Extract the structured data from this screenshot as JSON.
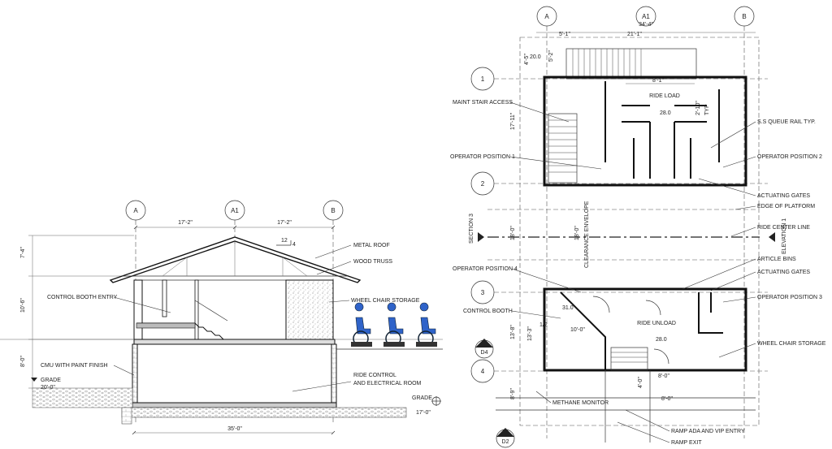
{
  "section": {
    "grid_labels": [
      "A",
      "A1",
      "B"
    ],
    "dims": {
      "left_half": "17'-2\"",
      "right_half": "17'-2\"",
      "overall": "35'-0\"",
      "roof_h": "7'-4\"",
      "wall_h": "10'-6\"",
      "base_h": "8'-0\""
    },
    "roof_pitch": {
      "rise": "12",
      "run": "4"
    },
    "labels": {
      "metal_roof": "METAL ROOF",
      "wood_truss": "WOOD TRUSS",
      "booth_entry": "CONTROL BOOTH ENTRY",
      "wheelchair": "WHEEL CHAIR STORAGE",
      "cmu": "CMU WITH PAINT FINISH",
      "grade_l1": "GRADE",
      "grade_l2": "20'-0\"",
      "ride_ctrl_1": "RIDE CONTROL",
      "ride_ctrl_2": "AND ELECTRICAL ROOM",
      "grade_r1": "GRADE",
      "grade_r2": "17'-0\""
    }
  },
  "plan": {
    "grid_labels": [
      "A",
      "A1",
      "B"
    ],
    "overall_dim": "34'-4\"",
    "row_labels": [
      "1",
      "2",
      "3",
      "4"
    ],
    "dims": {
      "d1": "5'-1\"",
      "d2": "21'-1\"",
      "d3": "4'-5\"",
      "d4": "5'-2\"",
      "d5": "8'-1\"",
      "d6": "2'-10\"",
      "d6b": "TYP",
      "d7": "17'-11\"",
      "d8": "18'-0\"",
      "d8b": "18'-0\"",
      "d9": "10'-0\"",
      "d10": "13'-8\"",
      "d11": "13'-3\"",
      "d11b": "1/2",
      "d12": "8'-0\"",
      "d13": "4'-0\"",
      "d14": "8'-0\"",
      "d15": "8'-9\""
    },
    "elevs": {
      "e1": "20.0",
      "e2": "28.0",
      "e3": "31.0",
      "e4": "28.0"
    },
    "labels": {
      "maint_stair": "MAINT STAIR ACCESS",
      "op1": "OPERATOR POSITION 1",
      "ride_load": "RIDE LOAD",
      "queue_rail": "S.S QUEUE RAIL TYP.",
      "op2": "OPERATOR POSITION 2",
      "act_gates_top": "ACTUATING GATES",
      "edge_platform": "EDGE OF PLATFORM",
      "ride_center": "RIDE CENTER LINE",
      "clearance": "CLEARANCE ENVELOPE",
      "article_bins": "ARTICLE BINS",
      "act_gates_bot": "ACTUATING GATES",
      "op4": "OPERATOR POSITION 4",
      "op3": "OPERATOR POSITION 3",
      "control_booth": "CONTROL BOOTH",
      "ride_unload": "RIDE UNLOAD",
      "wheelchair": "WHEEL CHAIR STORAGE",
      "methane": "METHANE MONITOR",
      "ramp_ada": "RAMP ADA AND VIP ENTRY",
      "ramp_exit": "RAMP EXIT",
      "left_tag": "SECTION 3",
      "right_tag": "ELEVATION 1"
    },
    "section_markers": {
      "d4": "D4",
      "d2": "D2"
    }
  }
}
